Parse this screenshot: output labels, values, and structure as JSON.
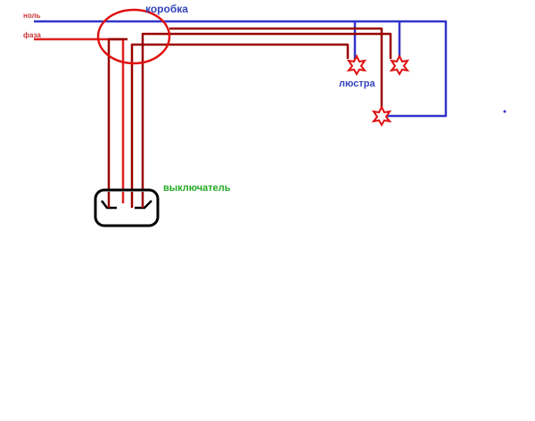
{
  "labels": {
    "neutral": "ноль",
    "phase": "фаза",
    "box": "коробка",
    "chandelier": "люстра",
    "switch": "выключатель"
  },
  "colors": {
    "neutral_wire": "#3333cc",
    "phase_wire": "#e02020",
    "dark_wire": "#990000",
    "lamp": "#e01010",
    "box_circle": "#e01010",
    "switch_body": "#000000",
    "label_neutral": "#cc3333",
    "label_phase": "#cc3333",
    "label_box": "#3344bb",
    "label_chandelier": "#3344bb",
    "label_switch": "#22aa22"
  },
  "icons": {
    "lamp": "star-lamp-icon",
    "switch": "two-key-switch-icon"
  }
}
